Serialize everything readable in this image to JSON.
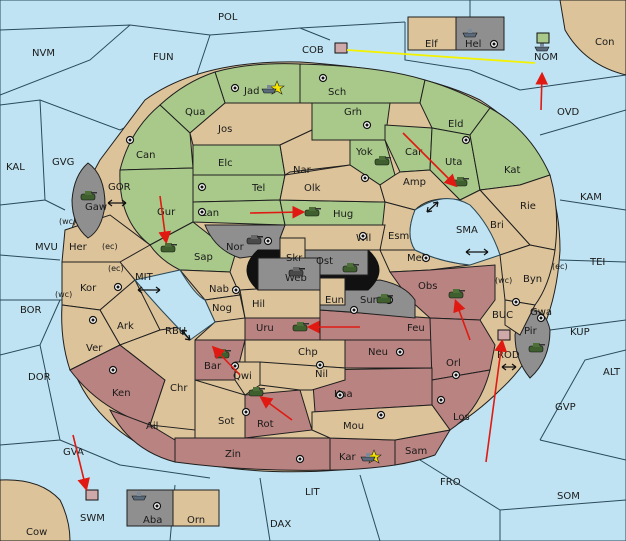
{
  "map": {
    "regions": {
      "POL": "POL",
      "NVM": "NVM",
      "FUN": "FUN",
      "COB": "COB",
      "NOM": "NOM",
      "Con": "Con",
      "OVD": "OVD",
      "KAL": "KAL",
      "GVG": "GVG",
      "GOR": "GOR",
      "KAM": "KAM",
      "SMA": "SMA",
      "TEI": "TEI",
      "MVU": "MVU",
      "MIT": "MIT",
      "BOR": "BOR",
      "RBU": "RBU",
      "BUC": "BUC",
      "KUP": "KUP",
      "DOR": "DOR",
      "ROD": "ROD",
      "ALT": "ALT",
      "GVP": "GVP",
      "GVA": "GVA",
      "FRO": "FRO",
      "LIT": "LIT",
      "SOM": "SOM",
      "SWM": "SWM",
      "DAX": "DAX",
      "Cow": "Cow",
      "Jad": "Jad",
      "Sch": "Sch",
      "Qua": "Qua",
      "Jos": "Jos",
      "Grh": "Grh",
      "Eld": "Eld",
      "Can": "Can",
      "Elc": "Elc",
      "Nar": "Nar",
      "Yok": "Yok",
      "Car": "Car",
      "Uta": "Uta",
      "Kat": "Kat",
      "Gaw": "Gaw",
      "Tel": "Tel",
      "Olk": "Olk",
      "Amp": "Amp",
      "Gur": "Gur",
      "Lan": "Lan",
      "Hug": "Hug",
      "Rie": "Rie",
      "Bri": "Bri",
      "Wil": "Wil",
      "Esm": "Esm",
      "Nor": "Nor",
      "Skr": "Skr",
      "Ost": "Ost",
      "Her": "Her",
      "Sap": "Sap",
      "Web": "Web",
      "Mel": "Mel",
      "Byn": "Byn",
      "Kor": "Kor",
      "Nab": "Nab",
      "Eun": "Eun",
      "Sun": "Sun",
      "Obs": "Obs",
      "Gwa": "Gwa",
      "Nog": "Nog",
      "Hil": "Hil",
      "Pir": "Pir",
      "Ark": "Ark",
      "Uru": "Uru",
      "Feu": "Feu",
      "Ver": "Ver",
      "Chp": "Chp",
      "Neu": "Neu",
      "Bar": "Bar",
      "Qwi": "Qwi",
      "Nil": "Nil",
      "Orl": "Orl",
      "Ken": "Ken",
      "Chr": "Chr",
      "Kaa": "Kaa",
      "Ail": "Ail",
      "Sot": "Sot",
      "Rot": "Rot",
      "Los": "Los",
      "Mou": "Mou",
      "Zin": "Zin",
      "Kar": "Kar",
      "Sam": "Sam",
      "Elf": "Elf",
      "Hel": "Hel",
      "Aba": "Aba",
      "Orn": "Orn"
    },
    "coast_labels": {
      "wc": "(wc)",
      "ec": "(ec)"
    },
    "colors": {
      "sea": "#bfe3f2",
      "power_green": "#a8c98a",
      "power_brown": "#b98381",
      "neutral_tan": "#dcc39a",
      "power_gray": "#8f8f8f",
      "order_arrow": "#e01a12",
      "convoy_line": "#f2f200"
    },
    "icons": {
      "army": "tank-icon",
      "fleet": "ship-icon",
      "capital": "star-icon",
      "supply_center": "supply-center-icon"
    }
  }
}
